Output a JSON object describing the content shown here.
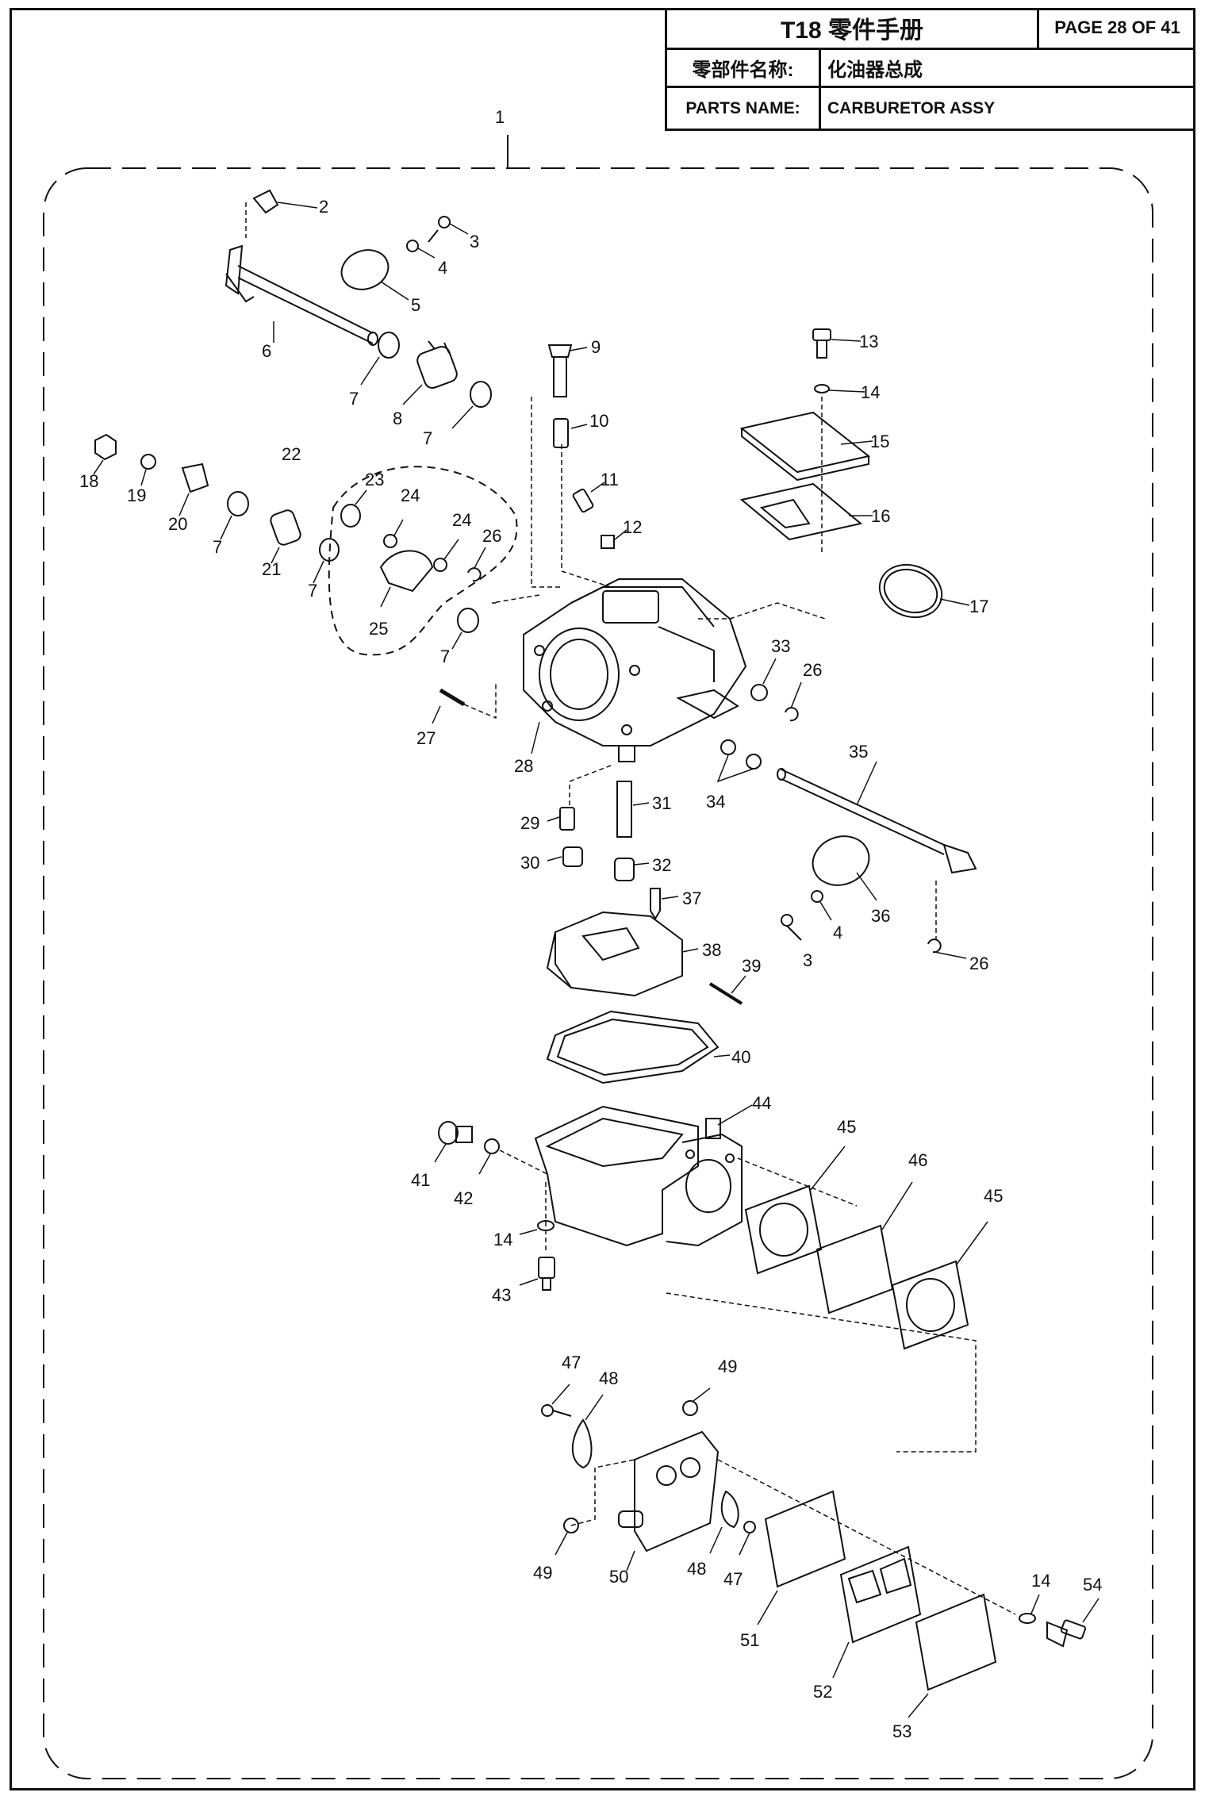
{
  "title_block": {
    "title": "T18 零件手册",
    "page": "PAGE 28 OF 41",
    "cn_label": "零部件名称:",
    "cn_value": "化油器总成",
    "en_label": "PARTS NAME:",
    "en_value": "CARBURETOR ASSY"
  },
  "callouts": {
    "c1": "1",
    "c2": "2",
    "c3": "3",
    "c3b": "3",
    "c4": "4",
    "c4b": "4",
    "c5": "5",
    "c6": "6",
    "c7a": "7",
    "c7b": "7",
    "c7c": "7",
    "c7d": "7",
    "c7e": "7",
    "c8": "8",
    "c9": "9",
    "c10": "10",
    "c11": "11",
    "c12": "12",
    "c13": "13",
    "c14a": "14",
    "c14b": "14",
    "c14c": "14",
    "c15": "15",
    "c16": "16",
    "c17": "17",
    "c18": "18",
    "c19": "19",
    "c20": "20",
    "c21": "21",
    "c22": "22",
    "c23": "23",
    "c24a": "24",
    "c24b": "24",
    "c25": "25",
    "c26a": "26",
    "c26b": "26",
    "c26c": "26",
    "c27": "27",
    "c28": "28",
    "c29": "29",
    "c30": "30",
    "c31": "31",
    "c32": "32",
    "c33": "33",
    "c34": "34",
    "c35": "35",
    "c36": "36",
    "c37": "37",
    "c38": "38",
    "c39": "39",
    "c40": "40",
    "c41": "41",
    "c42": "42",
    "c43": "43",
    "c44": "44",
    "c45a": "45",
    "c45b": "45",
    "c46": "46",
    "c47a": "47",
    "c47b": "47",
    "c48a": "48",
    "c48b": "48",
    "c49a": "49",
    "c49b": "49",
    "c50": "50",
    "c51": "51",
    "c52": "52",
    "c53": "53",
    "c54": "54"
  }
}
